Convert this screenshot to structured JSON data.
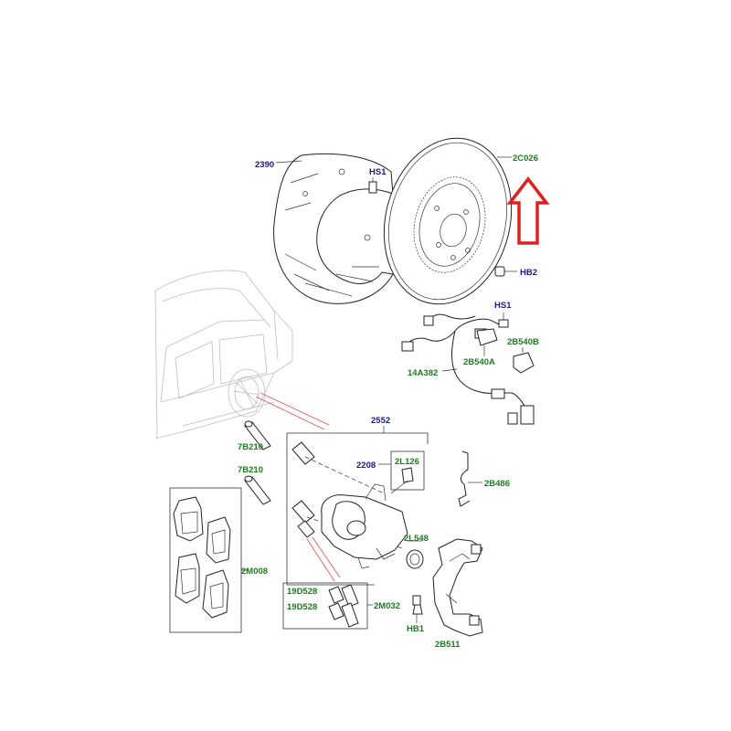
{
  "labels": {
    "shield": "2390",
    "shield_bolt": "HS1",
    "disc": "2C026",
    "disc_screw": "HB2",
    "sensor_bolt": "HS1",
    "clip_a": "2B540A",
    "clip_b": "2B540B",
    "sensor": "14A382",
    "caliper_kit": "2552",
    "pin_upper": "7B210",
    "pin_lower": "7B210",
    "bleed_group": "2208",
    "bleed_screw": "2L126",
    "spring": "2B486",
    "seal": "2L548",
    "pads": "2M008",
    "boot_a": "19D528",
    "boot_b": "19D528",
    "boot_kit": "2M032",
    "carrier_bolt": "HB1",
    "carrier": "2B511"
  },
  "colors": {
    "blue_label": "#1a1a8c",
    "green_label": "#1f7a1f",
    "arrow": "#e02020"
  },
  "icons": {
    "highlight": "red-up-arrow-icon"
  }
}
